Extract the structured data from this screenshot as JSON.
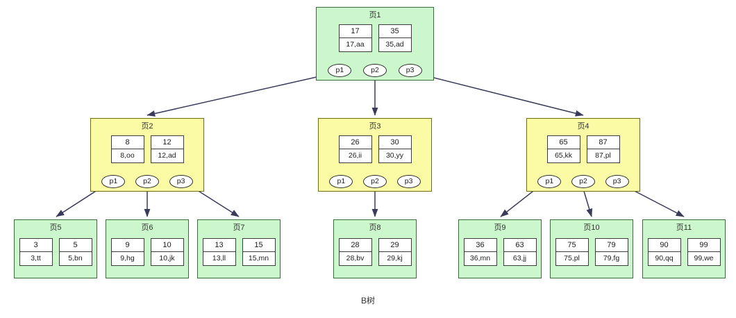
{
  "diagram": {
    "caption": "B树",
    "colors": {
      "green_fill": "#ccf7cc",
      "green_border": "#3a6b3a",
      "yellow_fill": "#fbfba6",
      "yellow_border": "#6d6d10",
      "edge": "#3a3a5a",
      "cell_border": "#3c3c3c",
      "background": "#ffffff"
    },
    "pointer_labels": [
      "p1",
      "p2",
      "p3"
    ],
    "nodes": [
      {
        "id": "1",
        "title": "页1",
        "color": "green",
        "level": "root",
        "cells": [
          {
            "key": "17",
            "val": "17,aa"
          },
          {
            "key": "35",
            "val": "35,ad"
          }
        ],
        "pointers": [
          "p1",
          "p2",
          "p3"
        ]
      },
      {
        "id": "2",
        "title": "页2",
        "color": "yellow",
        "level": "internal",
        "cells": [
          {
            "key": "8",
            "val": "8,oo"
          },
          {
            "key": "12",
            "val": "12,ad"
          }
        ],
        "pointers": [
          "p1",
          "p2",
          "p3"
        ]
      },
      {
        "id": "3",
        "title": "页3",
        "color": "yellow",
        "level": "internal",
        "cells": [
          {
            "key": "26",
            "val": "26,ii"
          },
          {
            "key": "30",
            "val": "30,yy"
          }
        ],
        "pointers": [
          "p1",
          "p2",
          "p3"
        ]
      },
      {
        "id": "4",
        "title": "页4",
        "color": "yellow",
        "level": "internal",
        "cells": [
          {
            "key": "65",
            "val": "65,kk"
          },
          {
            "key": "87",
            "val": "87,pl"
          }
        ],
        "pointers": [
          "p1",
          "p2",
          "p3"
        ]
      },
      {
        "id": "5",
        "title": "页5",
        "color": "green",
        "level": "leaf",
        "cells": [
          {
            "key": "3",
            "val": "3,tt"
          },
          {
            "key": "5",
            "val": "5,bn"
          }
        ],
        "pointers": []
      },
      {
        "id": "6",
        "title": "页6",
        "color": "green",
        "level": "leaf",
        "cells": [
          {
            "key": "9",
            "val": "9,hg"
          },
          {
            "key": "10",
            "val": "10,jk"
          }
        ],
        "pointers": []
      },
      {
        "id": "7",
        "title": "页7",
        "color": "green",
        "level": "leaf",
        "cells": [
          {
            "key": "13",
            "val": "13,ll"
          },
          {
            "key": "15",
            "val": "15,mn"
          }
        ],
        "pointers": []
      },
      {
        "id": "8",
        "title": "页8",
        "color": "green",
        "level": "leaf",
        "cells": [
          {
            "key": "28",
            "val": "28,bv"
          },
          {
            "key": "29",
            "val": "29,kj"
          }
        ],
        "pointers": []
      },
      {
        "id": "9",
        "title": "页9",
        "color": "green",
        "level": "leaf",
        "cells": [
          {
            "key": "36",
            "val": "36,mn"
          },
          {
            "key": "63",
            "val": "63,jj"
          }
        ],
        "pointers": []
      },
      {
        "id": "10",
        "title": "页10",
        "color": "green",
        "level": "leaf",
        "cells": [
          {
            "key": "75",
            "val": "75,pl"
          },
          {
            "key": "79",
            "val": "79,fg"
          }
        ],
        "pointers": []
      },
      {
        "id": "11",
        "title": "页11",
        "color": "green",
        "level": "leaf",
        "cells": [
          {
            "key": "90",
            "val": "90,qq"
          },
          {
            "key": "99",
            "val": "99,we"
          }
        ],
        "pointers": []
      }
    ],
    "edges": [
      {
        "from": "页1.p1",
        "to": "页2"
      },
      {
        "from": "页1.p2",
        "to": "页3"
      },
      {
        "from": "页1.p3",
        "to": "页4"
      },
      {
        "from": "页2.p1",
        "to": "页5"
      },
      {
        "from": "页2.p2",
        "to": "页6"
      },
      {
        "from": "页2.p3",
        "to": "页7"
      },
      {
        "from": "页3.p2",
        "to": "页8"
      },
      {
        "from": "页4.p1",
        "to": "页9"
      },
      {
        "from": "页4.p2",
        "to": "页10"
      },
      {
        "from": "页4.p3",
        "to": "页11"
      }
    ]
  }
}
